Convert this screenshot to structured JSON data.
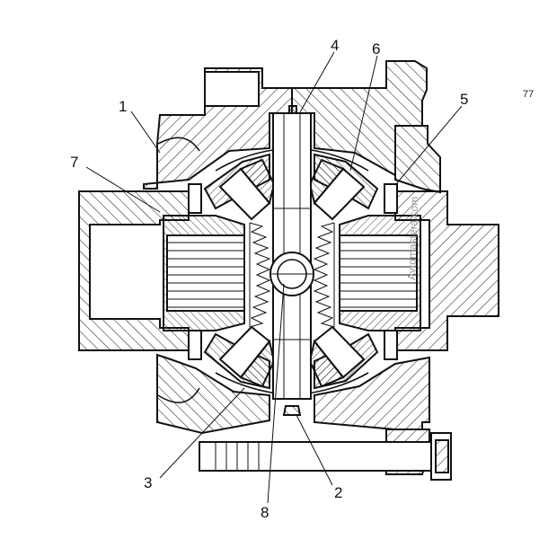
{
  "figure": {
    "page_number": "77",
    "watermark": "Avtomastera.com"
  },
  "callouts": [
    {
      "id": "1",
      "label": "1"
    },
    {
      "id": "2",
      "label": "2"
    },
    {
      "id": "3",
      "label": "3"
    },
    {
      "id": "4",
      "label": "4"
    },
    {
      "id": "5",
      "label": "5"
    },
    {
      "id": "6",
      "label": "6"
    },
    {
      "id": "7",
      "label": "7"
    },
    {
      "id": "8",
      "label": "8"
    }
  ],
  "colors": {
    "line": "#111111",
    "background": "#ffffff",
    "watermark": "#9a9a9a"
  }
}
